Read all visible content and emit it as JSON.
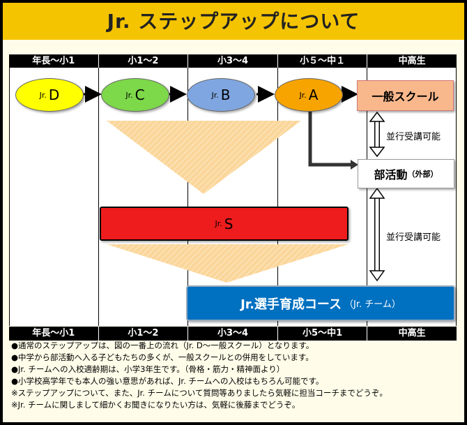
{
  "title": "Jr. ステップアップについて",
  "columns": [
    "年長～小1",
    "小1～2",
    "小3～4",
    "小５～中１",
    "中高生"
  ],
  "columns_bottom": [
    "年長～小1",
    "小1～2",
    "小3～4",
    "小5～中1",
    "中高生"
  ],
  "levels": {
    "d": {
      "prefix": "Jr.",
      "letter": "D"
    },
    "c": {
      "prefix": "Jr.",
      "letter": "C"
    },
    "b": {
      "prefix": "Jr.",
      "letter": "B"
    },
    "a": {
      "prefix": "Jr.",
      "letter": "A"
    },
    "s": {
      "prefix": "Jr.",
      "letter": "S"
    }
  },
  "general_school": "一般スクール",
  "club": {
    "main": "部活動",
    "sub": "（外部）"
  },
  "parallel_1": "並行受講可能",
  "parallel_2": "並行受講可能",
  "course": {
    "main": "Jr.選手育成コース",
    "sub": "（Jr. チーム）"
  },
  "notes": [
    "●通常のステップアップは、図の一番上の流れ（Jr. D～一般スクール）となります。",
    "●中学から部活動へ入る子どもたちの多くが、一般スクールとの併用をしています。",
    "●Jr. チームへの入校適齢期は、小学3年生です。（骨格・筋力・精神面より）",
    "●小学校高学年でも本人の強い意思があれば、Jr. チームへの入校はもちろん可能です。",
    "※ステップアップについて、また、Jr. チームについて質問等ありましたら気軽に担当コーチまでどうぞ。",
    "※Jr. チームに関しまして細かくお聞きになりたい方は、気軽に後藤までどうぞ。"
  ],
  "colors": {
    "title_band": "#f5c400",
    "d": "#ffff00",
    "c": "#7dd84a",
    "b": "#7fa6e0",
    "a": "#f7a400",
    "general": "#f9b88c",
    "s": "#ee1c1c",
    "course": "#0070c0",
    "funnel": "#fbd69a"
  }
}
